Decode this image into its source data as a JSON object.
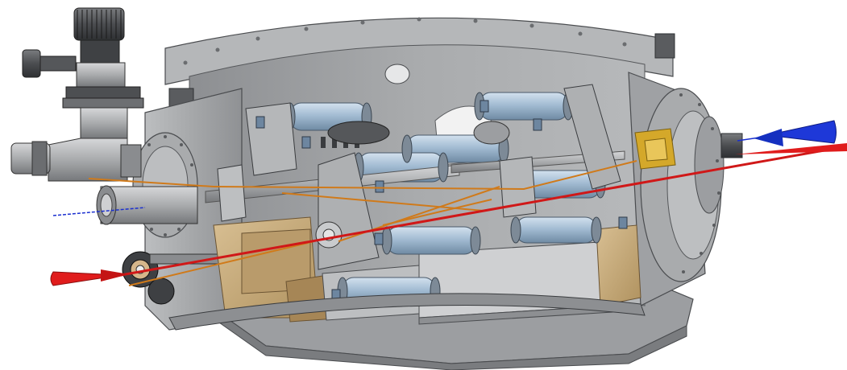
{
  "image": {
    "kind": "cad-cutaway-render",
    "description_free": true
  },
  "colors": {
    "background": "#ffffff",
    "chamber_gray": "#a7a9ab",
    "chamber_dark": "#6e7073",
    "chamber_light": "#c9cbcd",
    "interior_shadow": "#8a8c8f",
    "rod_blue": "#9fb8cf",
    "rod_blue_light": "#c5d6e5",
    "rod_blue_dark": "#6f8aa3",
    "wood_tan": "#c9ad7f",
    "wood_tan_dark": "#a78b5e",
    "laser_red": "#d01818",
    "laser_blue": "#1a2fd0",
    "wire_orange": "#d07a1a",
    "gold_block": "#d4a82a"
  },
  "icons": [
    "vacuum-chamber",
    "optical-rail-assembly",
    "laser-beam-red",
    "laser-beam-blue",
    "beam-cone-red",
    "beam-cone-blue",
    "gauge-valve",
    "viewport-flange"
  ]
}
